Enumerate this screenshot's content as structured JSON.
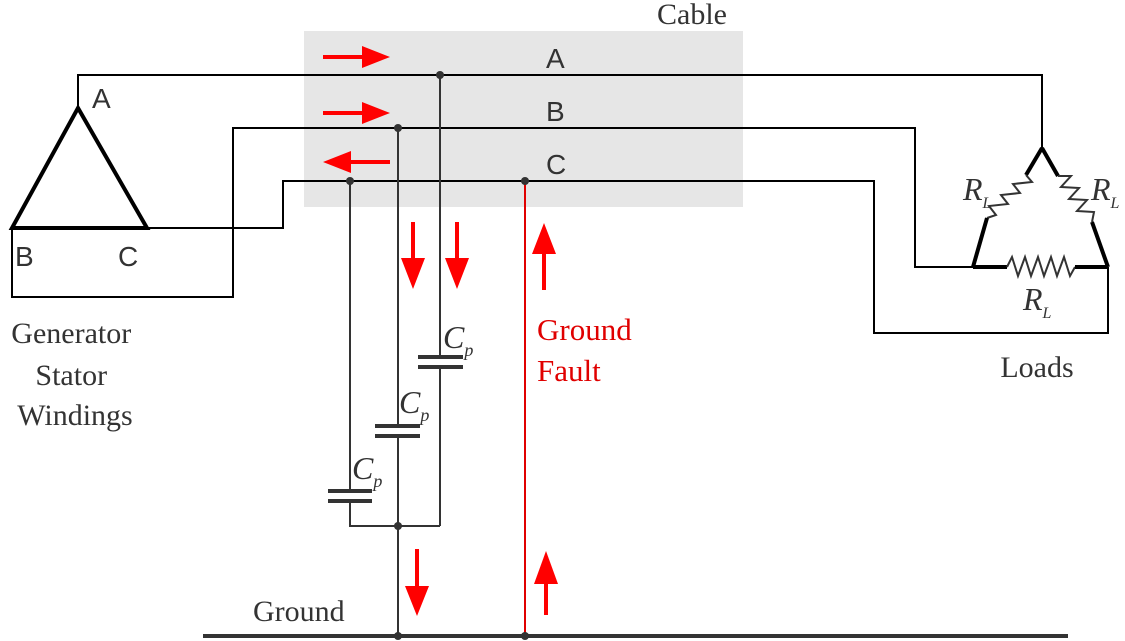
{
  "title": "Generator stator ground fault through cable capacitance",
  "colors": {
    "wire": "#000000",
    "text": "#333333",
    "fault": "#e00000",
    "arrow": "#ff0000",
    "cable_fill": "#e6e6e6",
    "ground": "#333333"
  },
  "generator": {
    "label_lines": [
      "Generator",
      "Stator",
      "Windings"
    ],
    "vertices": {
      "a": "A",
      "b": "B",
      "c": "C"
    }
  },
  "cable": {
    "label": "Cable",
    "phases": [
      "A",
      "B",
      "C"
    ],
    "current_directions": [
      "right",
      "right",
      "left"
    ]
  },
  "capacitors": {
    "label_main": "C",
    "label_sub": "p",
    "count": 3,
    "current_directions": [
      "down",
      "down"
    ]
  },
  "fault": {
    "label_lines": [
      "Ground",
      "Fault"
    ],
    "current_direction": "up"
  },
  "loads": {
    "label": "Loads",
    "resistor_main": "R",
    "resistor_sub": "L",
    "count": 3
  },
  "ground": {
    "label": "Ground",
    "return_current_direction": "down",
    "fault_current_direction": "up"
  }
}
